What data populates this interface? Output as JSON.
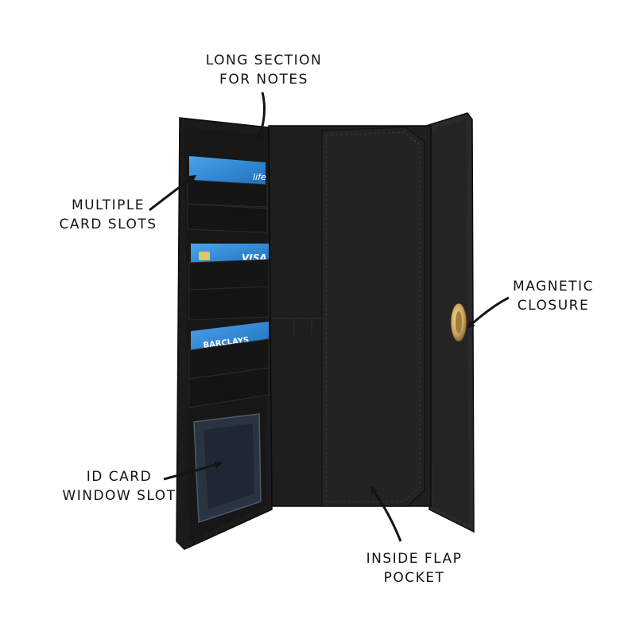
{
  "annotations": {
    "notes": {
      "line1": "LONG SECTION",
      "line2": "FOR NOTES"
    },
    "slots": {
      "line1": "MULTIPLE",
      "line2": "CARD SLOTS"
    },
    "closure": {
      "line1": "MAGNETIC",
      "line2": "CLOSURE"
    },
    "id": {
      "line1": "ID CARD",
      "line2": "WINDOW SLOT"
    },
    "flap": {
      "line1": "INSIDE FLAP",
      "line2": "POCKET"
    }
  },
  "cards": {
    "top": {
      "brand": "life"
    },
    "middle": {
      "brand": "VISA"
    },
    "bottom": {
      "brand": "BARCLAYS"
    }
  },
  "colors": {
    "leather": "#1c1c1c",
    "leather_dark": "#0f0f0f",
    "card_blue": "#2a86d6",
    "clasp_gold": "#c9a25a",
    "ink": "#141414"
  }
}
